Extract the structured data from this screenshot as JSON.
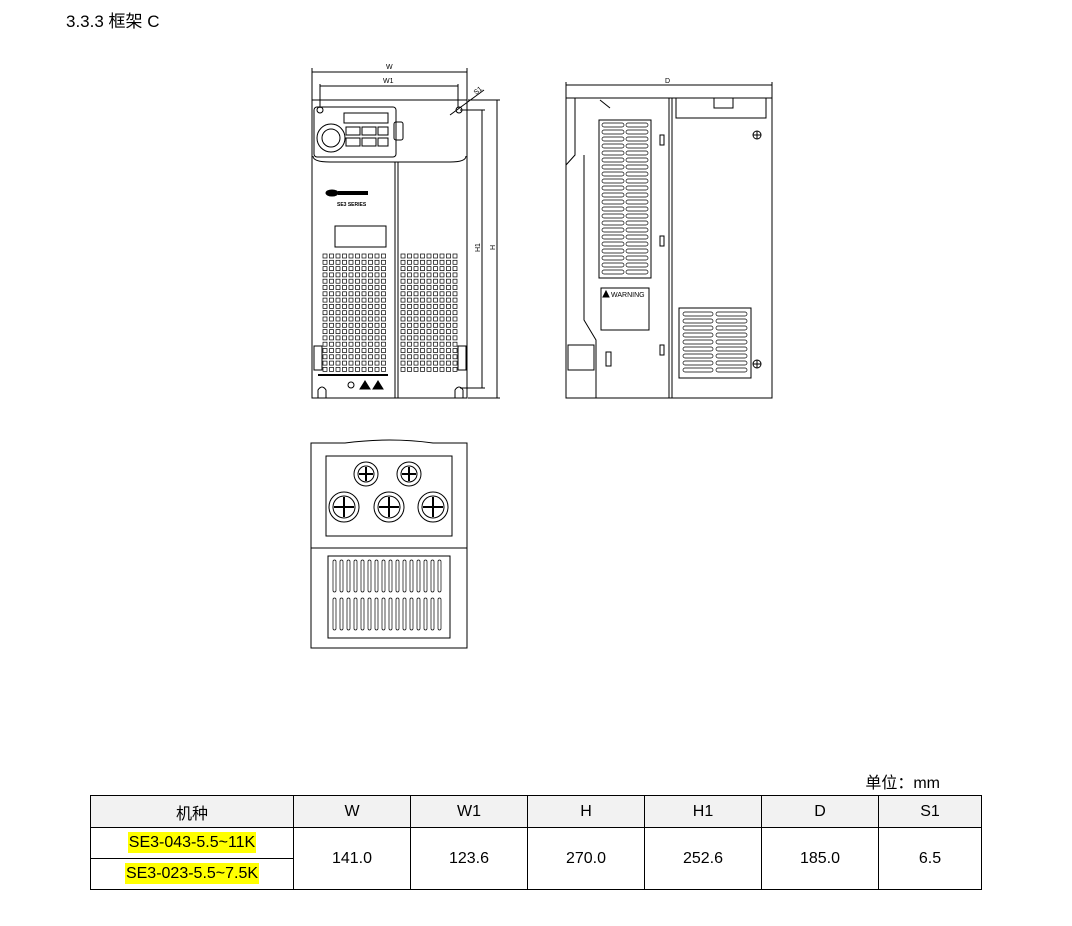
{
  "section_title": "3.3.3 框架 C",
  "drawing": {
    "front_labels": {
      "w": "W",
      "w1": "W1",
      "s1": "S1",
      "h1": "H1",
      "h": "H",
      "brand_series": "SE3 SERIES"
    },
    "side_labels": {
      "d": "D",
      "warning": "WARNING"
    }
  },
  "unit_label": "单位：mm",
  "table": {
    "headers": [
      "机种",
      "W",
      "W1",
      "H",
      "H1",
      "D",
      "S1"
    ],
    "models": [
      "SE3-043-5.5~11K",
      "SE3-023-5.5~7.5K"
    ],
    "values": [
      "141.0",
      "123.6",
      "270.0",
      "252.6",
      "185.0",
      "6.5"
    ],
    "highlight_color": "#ffff00"
  }
}
